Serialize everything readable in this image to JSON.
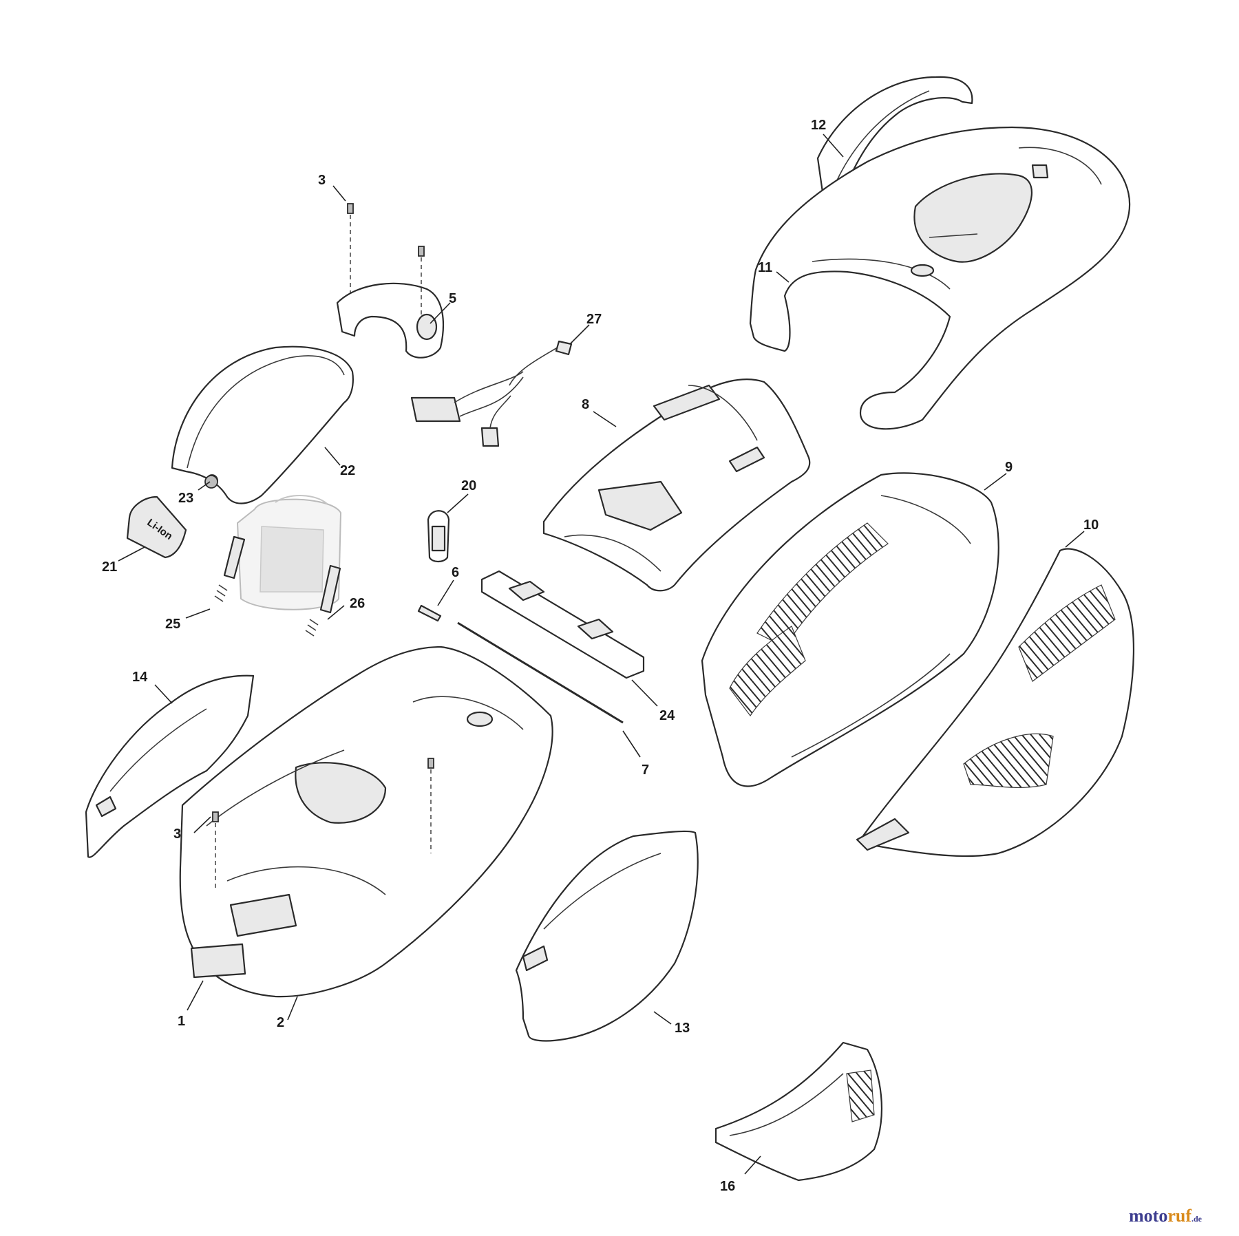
{
  "callouts": {
    "c1": "1",
    "c2": "2",
    "c3a": "3",
    "c3b": "3",
    "c5": "5",
    "c6": "6",
    "c7": "7",
    "c8": "8",
    "c9": "9",
    "c10": "10",
    "c11": "11",
    "c12": "12",
    "c13": "13",
    "c14": "14",
    "c16": "16",
    "c20": "20",
    "c21": "21",
    "c22": "22",
    "c23": "23",
    "c24": "24",
    "c25": "25",
    "c26": "26",
    "c27": "27"
  },
  "battery_label": "Li-Ion",
  "watermark": {
    "part1": "moto",
    "part2": "ruf",
    "tld": ".de"
  },
  "colors": {
    "line": "#2a2a2a",
    "fill": "#ffffff",
    "shade": "#e9e9e9",
    "brand_blue": "#3d3d8f",
    "brand_orange": "#d98a1a"
  }
}
